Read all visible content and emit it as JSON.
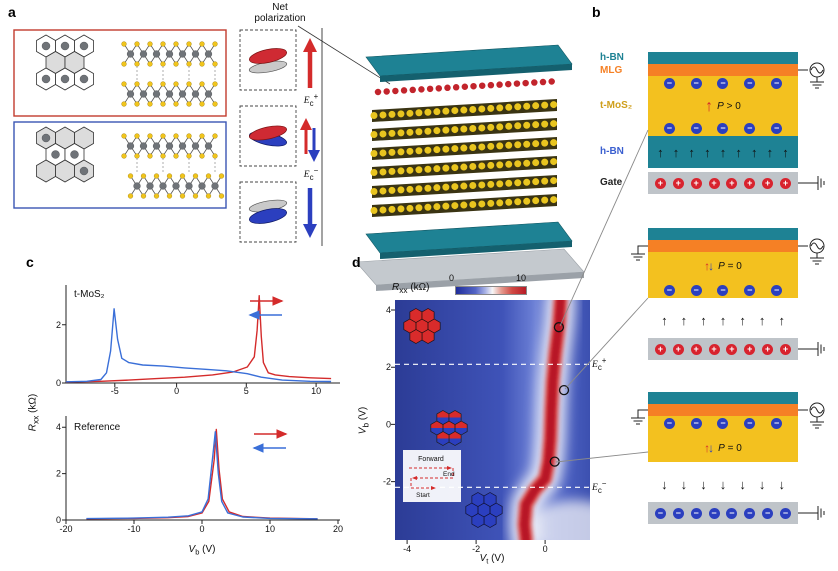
{
  "colors": {
    "red": "#d42b2b",
    "blue": "#2b3fbf",
    "teal": "#1e8294",
    "orange": "#f58025",
    "yellow": "#f3c11f",
    "gate_gray": "#bfc4c9",
    "map_blue": "#3f53b8",
    "band_red": "#c81f2e"
  },
  "panels": {
    "a": {
      "label": "a",
      "net_line1": "Net",
      "net_line2": "polarization",
      "ec_plus": {
        "base": "E",
        "sub": "c",
        "sup": "+"
      },
      "ec_minus": {
        "base": "E",
        "sub": "c",
        "sup": "−"
      }
    },
    "b": {
      "label": "b",
      "layers": [
        {
          "name": "h-BN",
          "color": "#1e8294"
        },
        {
          "name": "MLG",
          "color": "#f58025"
        },
        {
          "name": "t-MoS₂",
          "color": "#cf9f1c"
        },
        {
          "name": "h-BN",
          "color": "#3a5fd0"
        },
        {
          "name": "Gate",
          "color": "#222222"
        }
      ],
      "devices": [
        {
          "p_var": "P",
          "p_rest": " > 0"
        },
        {
          "p_var": "P",
          "p_rest": " = 0"
        },
        {
          "p_var": "P",
          "p_rest": " = 0"
        }
      ],
      "sym_minus": "−",
      "sym_plus": "+",
      "sym_up": "↑",
      "sym_down": "↓"
    },
    "c": {
      "label": "c",
      "ylabel": {
        "base": "R",
        "sub": "xx",
        "rest": " (kΩ)"
      },
      "xlabel": {
        "base": "V",
        "sub": "b",
        "rest": " (V)"
      },
      "top": {
        "title": "t-MoS₂",
        "xticks": [
          "-5",
          "0",
          "5",
          "10"
        ],
        "yticks": [
          "0",
          "2"
        ]
      },
      "bottom": {
        "title": "Reference",
        "xticks": [
          "-20",
          "-10",
          "0",
          "10",
          "20"
        ],
        "yticks": [
          "0",
          "2",
          "4"
        ]
      }
    },
    "d": {
      "label": "d",
      "colorbar": {
        "label": {
          "base": "R",
          "sub": "xx",
          "rest": " (kΩ)"
        },
        "min": "0",
        "max": "10"
      },
      "ylabel": {
        "base": "V",
        "sub": "b",
        "rest": " (V)"
      },
      "xlabel": {
        "base": "V",
        "sub": "t",
        "rest": " (V)"
      },
      "yticks": [
        "4",
        "2",
        "0",
        "-2"
      ],
      "xticks": [
        "-4",
        "-2",
        "0"
      ],
      "ec_plus": {
        "base": "E",
        "sub": "c",
        "sup": "+"
      },
      "ec_minus": {
        "base": "E",
        "sub": "c",
        "sup": "−"
      },
      "inset": {
        "forward": "Forward",
        "end": "End",
        "start": "Start"
      }
    }
  },
  "chart_data": [
    {
      "type": "line",
      "title": "t-MoS₂",
      "xlabel": "Vb (V)",
      "ylabel": "Rxx (kΩ)",
      "xlim": [
        -8.5,
        11
      ],
      "ylim": [
        0,
        3.3
      ],
      "xticks": [
        -5,
        0,
        5,
        10
      ],
      "yticks": [
        0,
        2
      ],
      "legend": [
        "forward sweep (red, right arrow)",
        "backward sweep (blue, left arrow)"
      ],
      "series": [
        {
          "name": "forward",
          "color": "#d42b2b",
          "values": [
            [
              -8.5,
              0.03
            ],
            [
              -6,
              0.06
            ],
            [
              -4,
              0.1
            ],
            [
              -2,
              0.15
            ],
            [
              0,
              0.2
            ],
            [
              2,
              0.28
            ],
            [
              3.5,
              0.38
            ],
            [
              4.5,
              0.55
            ],
            [
              5,
              0.9
            ],
            [
              5.2,
              1.8
            ],
            [
              5.35,
              3.0
            ],
            [
              5.5,
              1.6
            ],
            [
              5.65,
              0.7
            ],
            [
              6,
              0.35
            ],
            [
              6.5,
              0.28
            ],
            [
              7.5,
              0.22
            ],
            [
              9,
              0.18
            ],
            [
              10.5,
              0.15
            ]
          ]
        },
        {
          "name": "backward",
          "color": "#3a6fd8",
          "values": [
            [
              -8.5,
              0.04
            ],
            [
              -7,
              0.06
            ],
            [
              -6,
              0.12
            ],
            [
              -5.6,
              0.35
            ],
            [
              -5.3,
              1.1
            ],
            [
              -5.05,
              2.55
            ],
            [
              -4.8,
              1.5
            ],
            [
              -4.5,
              0.85
            ],
            [
              -4,
              0.7
            ],
            [
              -3,
              0.62
            ],
            [
              -1.5,
              0.58
            ],
            [
              0,
              0.52
            ],
            [
              1.5,
              0.47
            ],
            [
              3,
              0.42
            ],
            [
              4.5,
              0.32
            ],
            [
              5.5,
              0.2
            ],
            [
              7,
              0.1
            ],
            [
              9,
              0.06
            ],
            [
              10.5,
              0.05
            ]
          ]
        }
      ]
    },
    {
      "type": "line",
      "title": "Reference",
      "xlabel": "Vb (V)",
      "ylabel": "Rxx (kΩ)",
      "xlim": [
        -20,
        20
      ],
      "ylim": [
        0,
        4.4
      ],
      "xticks": [
        -20,
        -10,
        0,
        10,
        20
      ],
      "yticks": [
        0,
        2,
        4
      ],
      "legend": [
        "forward sweep (red, right arrow)",
        "backward sweep (blue, left arrow)"
      ],
      "series": [
        {
          "name": "forward",
          "color": "#d42b2b",
          "values": [
            [
              -17,
              0.05
            ],
            [
              -10,
              0.07
            ],
            [
              -5,
              0.1
            ],
            [
              -2,
              0.15
            ],
            [
              0,
              0.3
            ],
            [
              1,
              0.8
            ],
            [
              1.8,
              2.6
            ],
            [
              2.1,
              3.9
            ],
            [
              2.5,
              2.2
            ],
            [
              3,
              0.9
            ],
            [
              4,
              0.35
            ],
            [
              6,
              0.15
            ],
            [
              10,
              0.08
            ],
            [
              17,
              0.05
            ]
          ]
        },
        {
          "name": "backward",
          "color": "#3a6fd8",
          "values": [
            [
              -17,
              0.06
            ],
            [
              -10,
              0.08
            ],
            [
              -5,
              0.12
            ],
            [
              -2,
              0.18
            ],
            [
              0,
              0.35
            ],
            [
              0.9,
              0.9
            ],
            [
              1.6,
              2.8
            ],
            [
              1.95,
              3.8
            ],
            [
              2.4,
              2.0
            ],
            [
              2.9,
              0.8
            ],
            [
              3.8,
              0.3
            ],
            [
              6,
              0.13
            ],
            [
              10,
              0.07
            ],
            [
              17,
              0.05
            ]
          ]
        }
      ]
    },
    {
      "type": "heatmap",
      "colorbar_label": "Rxx (kΩ)",
      "colorbar_range": [
        0,
        10
      ],
      "xlabel": "Vt (V)",
      "ylabel": "Vb (V)",
      "xlim": [
        -4.35,
        1.3
      ],
      "ylim": [
        -4.05,
        4.35
      ],
      "xticks": [
        -4,
        -2,
        0
      ],
      "yticks": [
        -2,
        0,
        2,
        4
      ],
      "description": "Low-resistance blue background with a high-resistance red domain-wall band running vertically near Vt = 0; band bends toward negative Vt below Vb = -2",
      "ec_lines": [
        2.1,
        -2.2
      ],
      "band_path": [
        [
          0.45,
          4.35
        ],
        [
          0.4,
          3.5
        ],
        [
          0.3,
          2.5
        ],
        [
          0.22,
          1.5
        ],
        [
          0.18,
          0.5
        ],
        [
          0.15,
          -0.5
        ],
        [
          0.1,
          -1.3
        ],
        [
          0,
          -1.9
        ],
        [
          -0.3,
          -2.3
        ],
        [
          -0.55,
          -2.8
        ],
        [
          -0.6,
          -3.5
        ],
        [
          -0.55,
          -4.05
        ]
      ],
      "markers": [
        [
          0.4,
          3.4
        ],
        [
          0.55,
          1.2
        ],
        [
          0.28,
          -1.3
        ]
      ]
    }
  ]
}
